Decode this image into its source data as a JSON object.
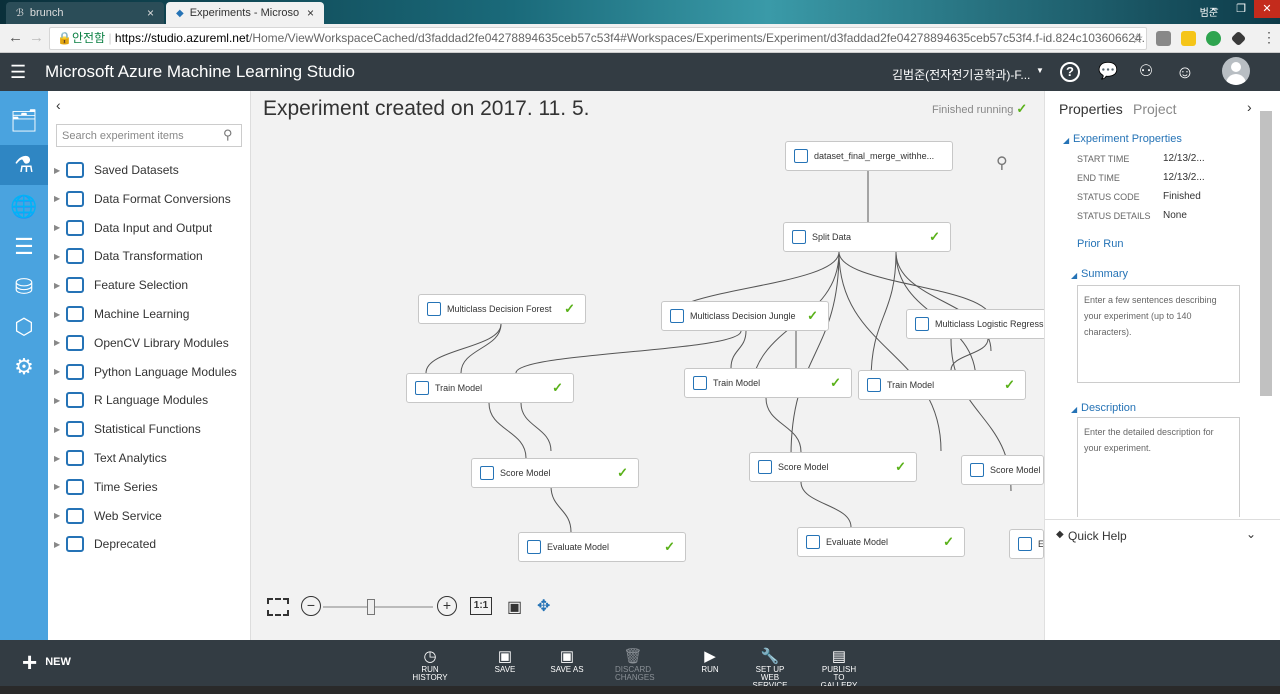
{
  "browser": {
    "tabs": [
      {
        "label": "brunch"
      },
      {
        "label": "Experiments - Microsoft"
      }
    ],
    "user_chip": "범준",
    "url": {
      "secure_label": "안전함",
      "host": "https://studio.azureml.net",
      "path": "/Home/ViewWorkspaceCached/d3faddad2fe04278894635ceb57c53f4#Workspaces/Experiments/Experiment/d3faddad2fe04278894635ceb57c53f4.f-id.824c103606624..."
    }
  },
  "app": {
    "title": "Microsoft Azure Machine Learning Studio",
    "workspace": "김범준(전자전기공학과)-F..."
  },
  "palette": {
    "search_placeholder": "Search experiment items",
    "items": [
      {
        "label": "Saved Datasets"
      },
      {
        "label": "Data Format Conversions"
      },
      {
        "label": "Data Input and Output"
      },
      {
        "label": "Data Transformation"
      },
      {
        "label": "Feature Selection"
      },
      {
        "label": "Machine Learning"
      },
      {
        "label": "OpenCV Library Modules"
      },
      {
        "label": "Python Language Modules"
      },
      {
        "label": "R Language Modules"
      },
      {
        "label": "Statistical Functions"
      },
      {
        "label": "Text Analytics"
      },
      {
        "label": "Time Series"
      },
      {
        "label": "Web Service"
      },
      {
        "label": "Deprecated"
      }
    ]
  },
  "canvas": {
    "title": "Experiment created on 2017. 11. 5.",
    "run_status": "Finished running",
    "nodes": [
      {
        "label": "dataset_final_merge_withhe...",
        "done": false
      },
      {
        "label": "Split Data",
        "done": true
      },
      {
        "label": "Multiclass Decision Forest",
        "done": true
      },
      {
        "label": "Multiclass Decision Jungle",
        "done": true
      },
      {
        "label": "Multiclass Logistic Regression",
        "done": false
      },
      {
        "label": "Train Model",
        "done": true
      },
      {
        "label": "Train Model",
        "done": true
      },
      {
        "label": "Train Model",
        "done": true
      },
      {
        "label": "Score Model",
        "done": true
      },
      {
        "label": "Score Model",
        "done": true
      },
      {
        "label": "Score Model",
        "done": false
      },
      {
        "label": "Evaluate Model",
        "done": true
      },
      {
        "label": "Evaluate Model",
        "done": true
      },
      {
        "label": "Ev",
        "done": false
      }
    ],
    "zoom_one_to_one": "1:1"
  },
  "properties": {
    "tab_properties": "Properties",
    "tab_project": "Project",
    "section_experiment": "Experiment Properties",
    "rows": [
      {
        "key": "START TIME",
        "value": "12/13/2..."
      },
      {
        "key": "END TIME",
        "value": "12/13/2..."
      },
      {
        "key": "STATUS CODE",
        "value": "Finished"
      },
      {
        "key": "STATUS DETAILS",
        "value": "None"
      }
    ],
    "prior_run": "Prior Run",
    "section_summary": "Summary",
    "summary_placeholder": "Enter a few sentences describing your experiment (up to 140 characters).",
    "section_description": "Description",
    "description_placeholder": "Enter the detailed description for your experiment.",
    "quick_help": "Quick Help"
  },
  "toolbar": {
    "new_label": "NEW",
    "buttons": [
      {
        "label": "RUN HISTORY",
        "disabled": false
      },
      {
        "label": "SAVE",
        "disabled": false
      },
      {
        "label": "SAVE AS",
        "disabled": false
      },
      {
        "label": "DISCARD CHANGES",
        "disabled": true
      },
      {
        "label": "RUN",
        "disabled": false
      },
      {
        "label": "SET UP WEB SERVICE",
        "disabled": false
      },
      {
        "label": "PUBLISH TO GALLERY",
        "disabled": false
      }
    ]
  },
  "colors": {
    "accent": "#2573b6",
    "nav_bg": "#4aa3df",
    "header_bg": "#333c43",
    "success": "#5ab11a"
  }
}
